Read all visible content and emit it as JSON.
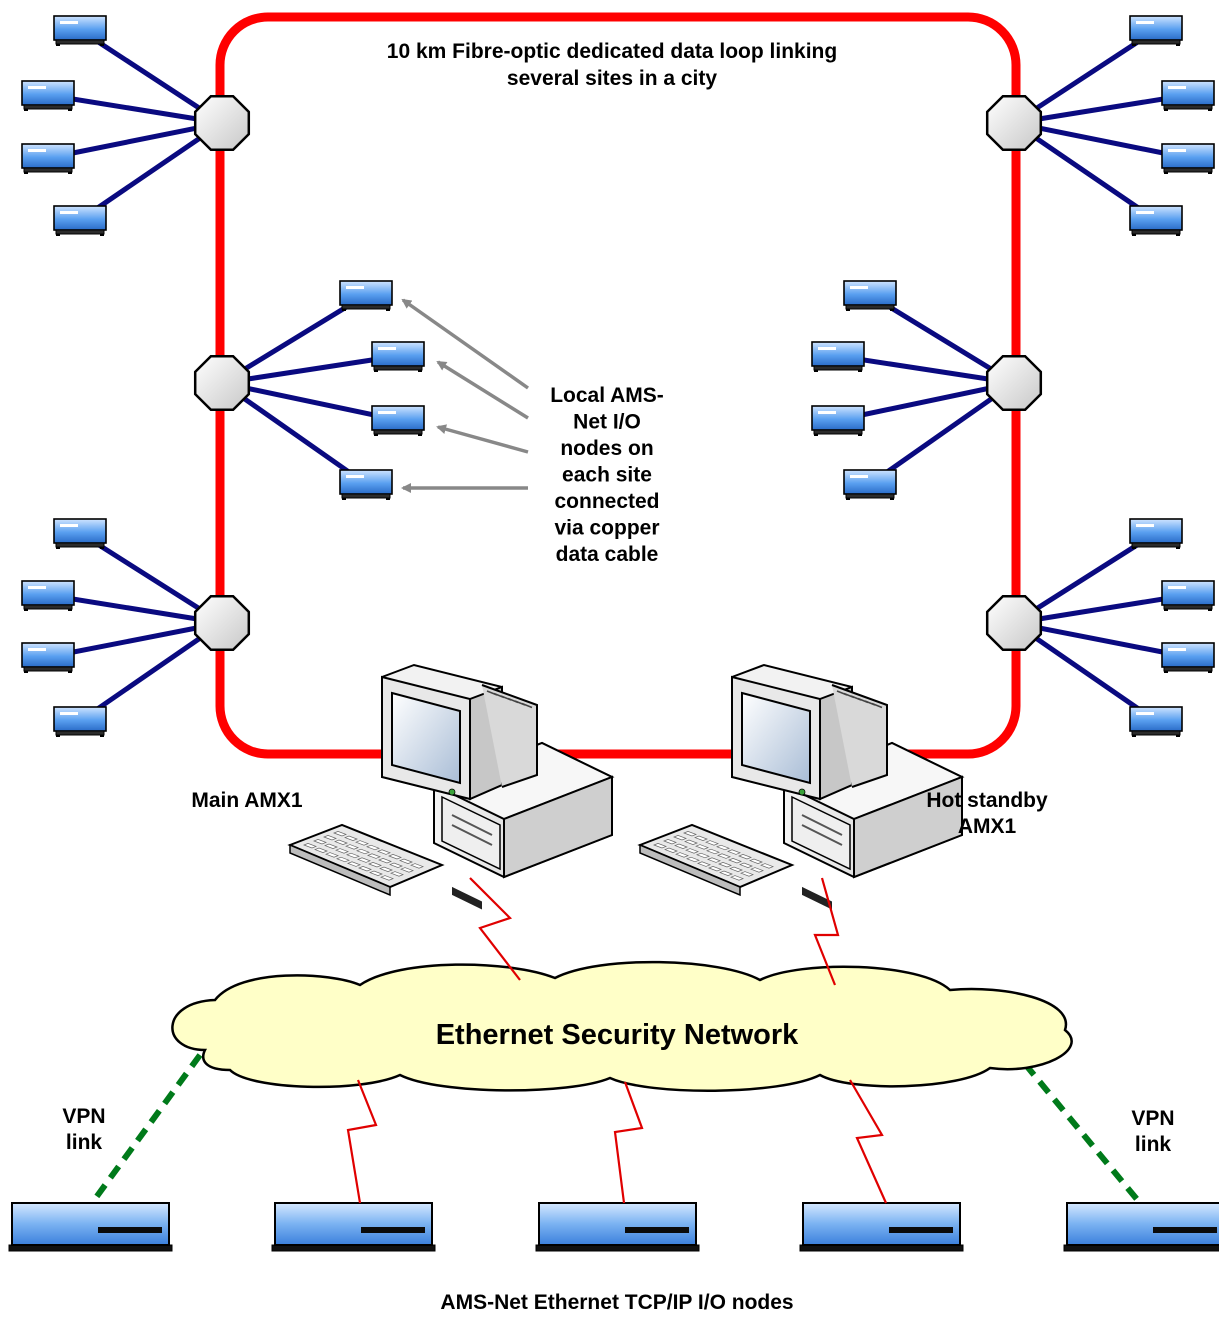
{
  "diagram": {
    "loop_title": [
      "10 km Fibre-optic dedicated data loop linking",
      "several sites in a city"
    ],
    "local_nodes_note": [
      "Local AMS-",
      "Net I/O",
      "nodes on",
      "each site",
      "connected",
      "via copper",
      "data cable"
    ],
    "main_label": "Main AMX1",
    "standby_label": [
      "Hot standby",
      "AMX1"
    ],
    "network_label": "Ethernet Security Network",
    "vpn_left": [
      "VPN",
      "link"
    ],
    "vpn_right": [
      "VPN",
      "link"
    ],
    "footer": "AMS-Net Ethernet TCP/IP I/O nodes"
  },
  "colors": {
    "fibre_loop": "#ff0000",
    "copper_cable": "#0a0a80",
    "vpn_link": "#007a1a",
    "wireless_bolt": "#e00000",
    "cloud_fill": "#ffffc8",
    "device_blue": "#3f86e0",
    "arrow": "#888888"
  },
  "icons": {
    "site_hub": "octagon-hub-icon",
    "local_node": "io-module-icon",
    "workstation": "computer-workstation-icon",
    "ethernet_node": "rack-device-icon",
    "network": "cloud-icon"
  }
}
